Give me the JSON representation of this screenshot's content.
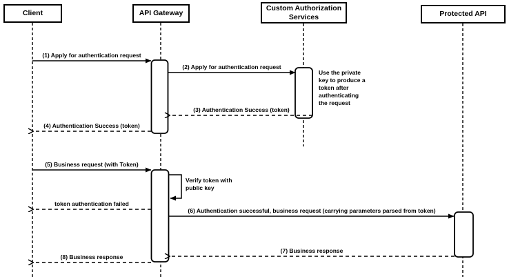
{
  "diagram_type": "uml-sequence-diagram",
  "colors": {
    "stroke": "#000000",
    "fill": "#ffffff",
    "text": "#000000"
  },
  "participants": [
    {
      "id": "client",
      "label": "Client"
    },
    {
      "id": "api-gateway",
      "label": "API Gateway"
    },
    {
      "id": "custom-auth",
      "label": "Custom Authorization Services"
    },
    {
      "id": "protected-api",
      "label": "Protected API"
    }
  ],
  "messages": [
    {
      "num": "1",
      "label": "(1) Apply for authentication request",
      "from": "client",
      "to": "api-gateway",
      "style": "solid"
    },
    {
      "num": "2",
      "label": "(2) Apply for authentication request",
      "from": "api-gateway",
      "to": "custom-auth",
      "style": "solid"
    },
    {
      "num": "3",
      "label": "(3) Authentication Success (token)",
      "from": "custom-auth",
      "to": "api-gateway",
      "style": "dashed"
    },
    {
      "num": "4",
      "label": "(4) Authentication Success (token)",
      "from": "api-gateway",
      "to": "client",
      "style": "dashed"
    },
    {
      "num": "5",
      "label": "(5) Business request (with Token)",
      "from": "client",
      "to": "api-gateway",
      "style": "solid"
    },
    {
      "num": "",
      "label": "Verify token with public key",
      "from": "api-gateway",
      "to": "api-gateway",
      "style": "self"
    },
    {
      "num": "",
      "label": "token authentication failed",
      "from": "api-gateway",
      "to": "client",
      "style": "dashed"
    },
    {
      "num": "6",
      "label": "(6) Authentication successful, business request (carrying parameters parsed from token)",
      "from": "api-gateway",
      "to": "protected-api",
      "style": "solid"
    },
    {
      "num": "7",
      "label": "(7) Business response",
      "from": "protected-api",
      "to": "api-gateway",
      "style": "dashed"
    },
    {
      "num": "8",
      "label": "(8) Business response",
      "from": "api-gateway",
      "to": "client",
      "style": "dashed"
    }
  ],
  "notes": [
    {
      "text": "Use the private key to produce a token after authenticating the request",
      "attached_to": "custom-auth"
    }
  ]
}
